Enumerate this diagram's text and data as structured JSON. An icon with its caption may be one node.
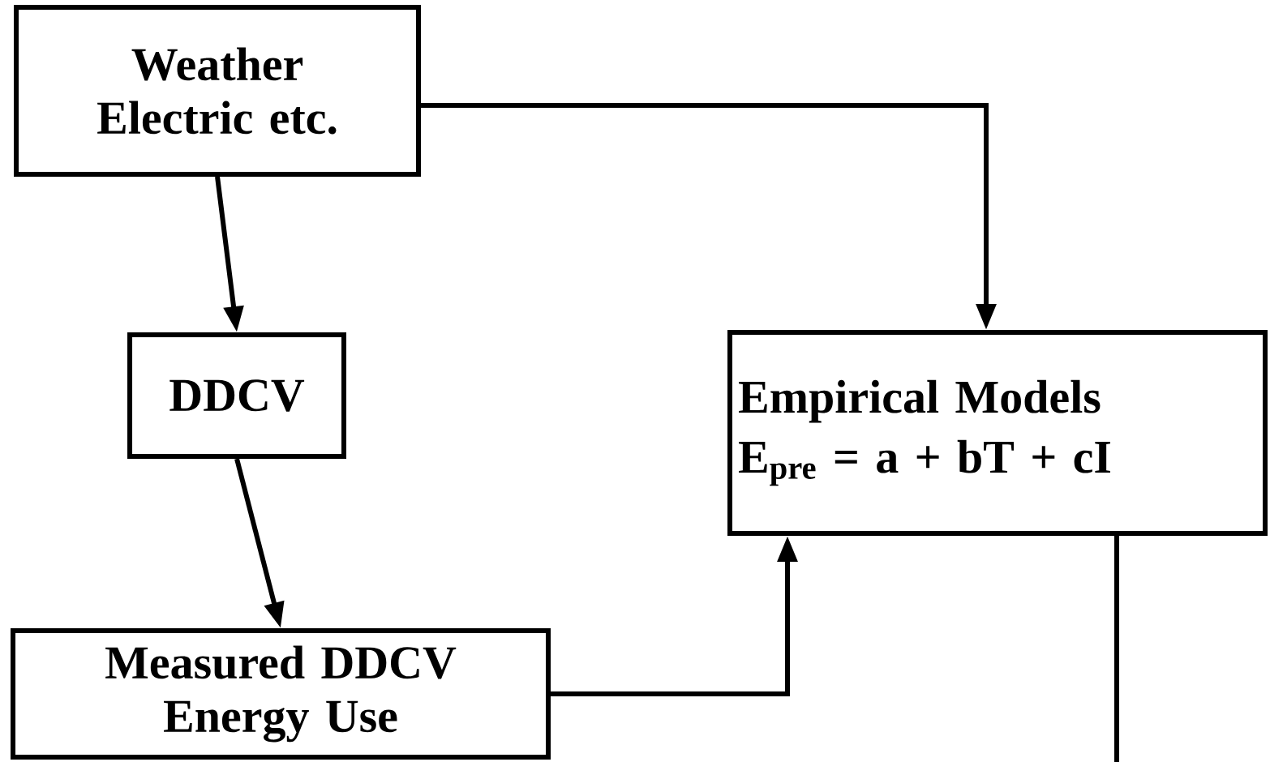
{
  "diagram": {
    "nodes": [
      {
        "text": [
          "Weather Electric etc."
        ]
      },
      {
        "text": [
          "DDCV"
        ]
      },
      {
        "text": [
          "Measured DDCV Energy Use"
        ]
      },
      {
        "text": [
          "Empirical Models",
          "E$_{pre}$ = a + bT + cI"
        ]
      }
    ],
    "edges": [
      {
        "from": 0,
        "to": 1,
        "arrow": "to"
      },
      {
        "from": 1,
        "to": 2,
        "arrow": "to"
      },
      {
        "from": 0,
        "to": 3,
        "arrow": "to"
      },
      {
        "from": 2,
        "to": 3,
        "arrow": "to"
      },
      {
        "from": 3,
        "to": null,
        "arrow": "none"
      }
    ]
  }
}
